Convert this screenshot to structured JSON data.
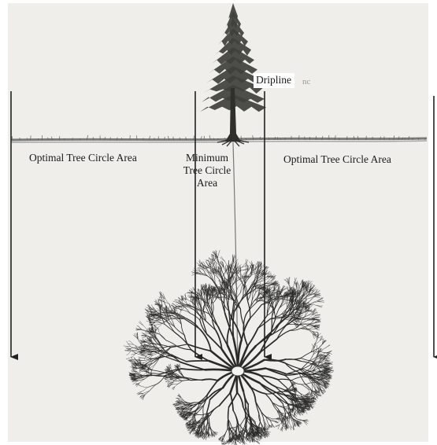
{
  "diagram": {
    "labels": {
      "optimal_left": "Optimal Tree Circle Area",
      "minimum": "Minimum Tree Circle Area",
      "dripline": "Dripline",
      "optimal_right": "Optimal Tree Circle Area"
    },
    "ghost_text": "nc",
    "colors": {
      "paper": "#efeeeb",
      "ink": "#1a1a1a",
      "arrow": "#222222",
      "foliage": "#3f3f3c"
    }
  }
}
